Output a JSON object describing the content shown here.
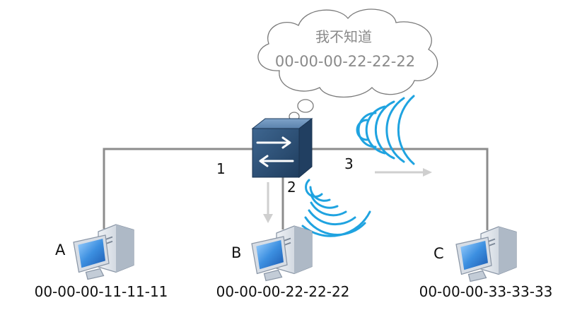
{
  "cloud": {
    "line1": "我不知道",
    "line2": "00-00-00-22-22-22"
  },
  "ports": {
    "p1": "1",
    "p2": "2",
    "p3": "3"
  },
  "hosts": [
    {
      "letter": "A",
      "mac": "00-00-00-11-11-11"
    },
    {
      "letter": "B",
      "mac": "00-00-00-22-22-22"
    },
    {
      "letter": "C",
      "mac": "00-00-00-33-33-33"
    }
  ],
  "colors": {
    "wire": "#8c8c8c",
    "signal": "#1fa3e0",
    "arrow": "#cfcfcf",
    "switch_body": "#2d4f74"
  },
  "icons": {
    "switch": "network-switch-icon",
    "computer": "desktop-computer-icon"
  }
}
